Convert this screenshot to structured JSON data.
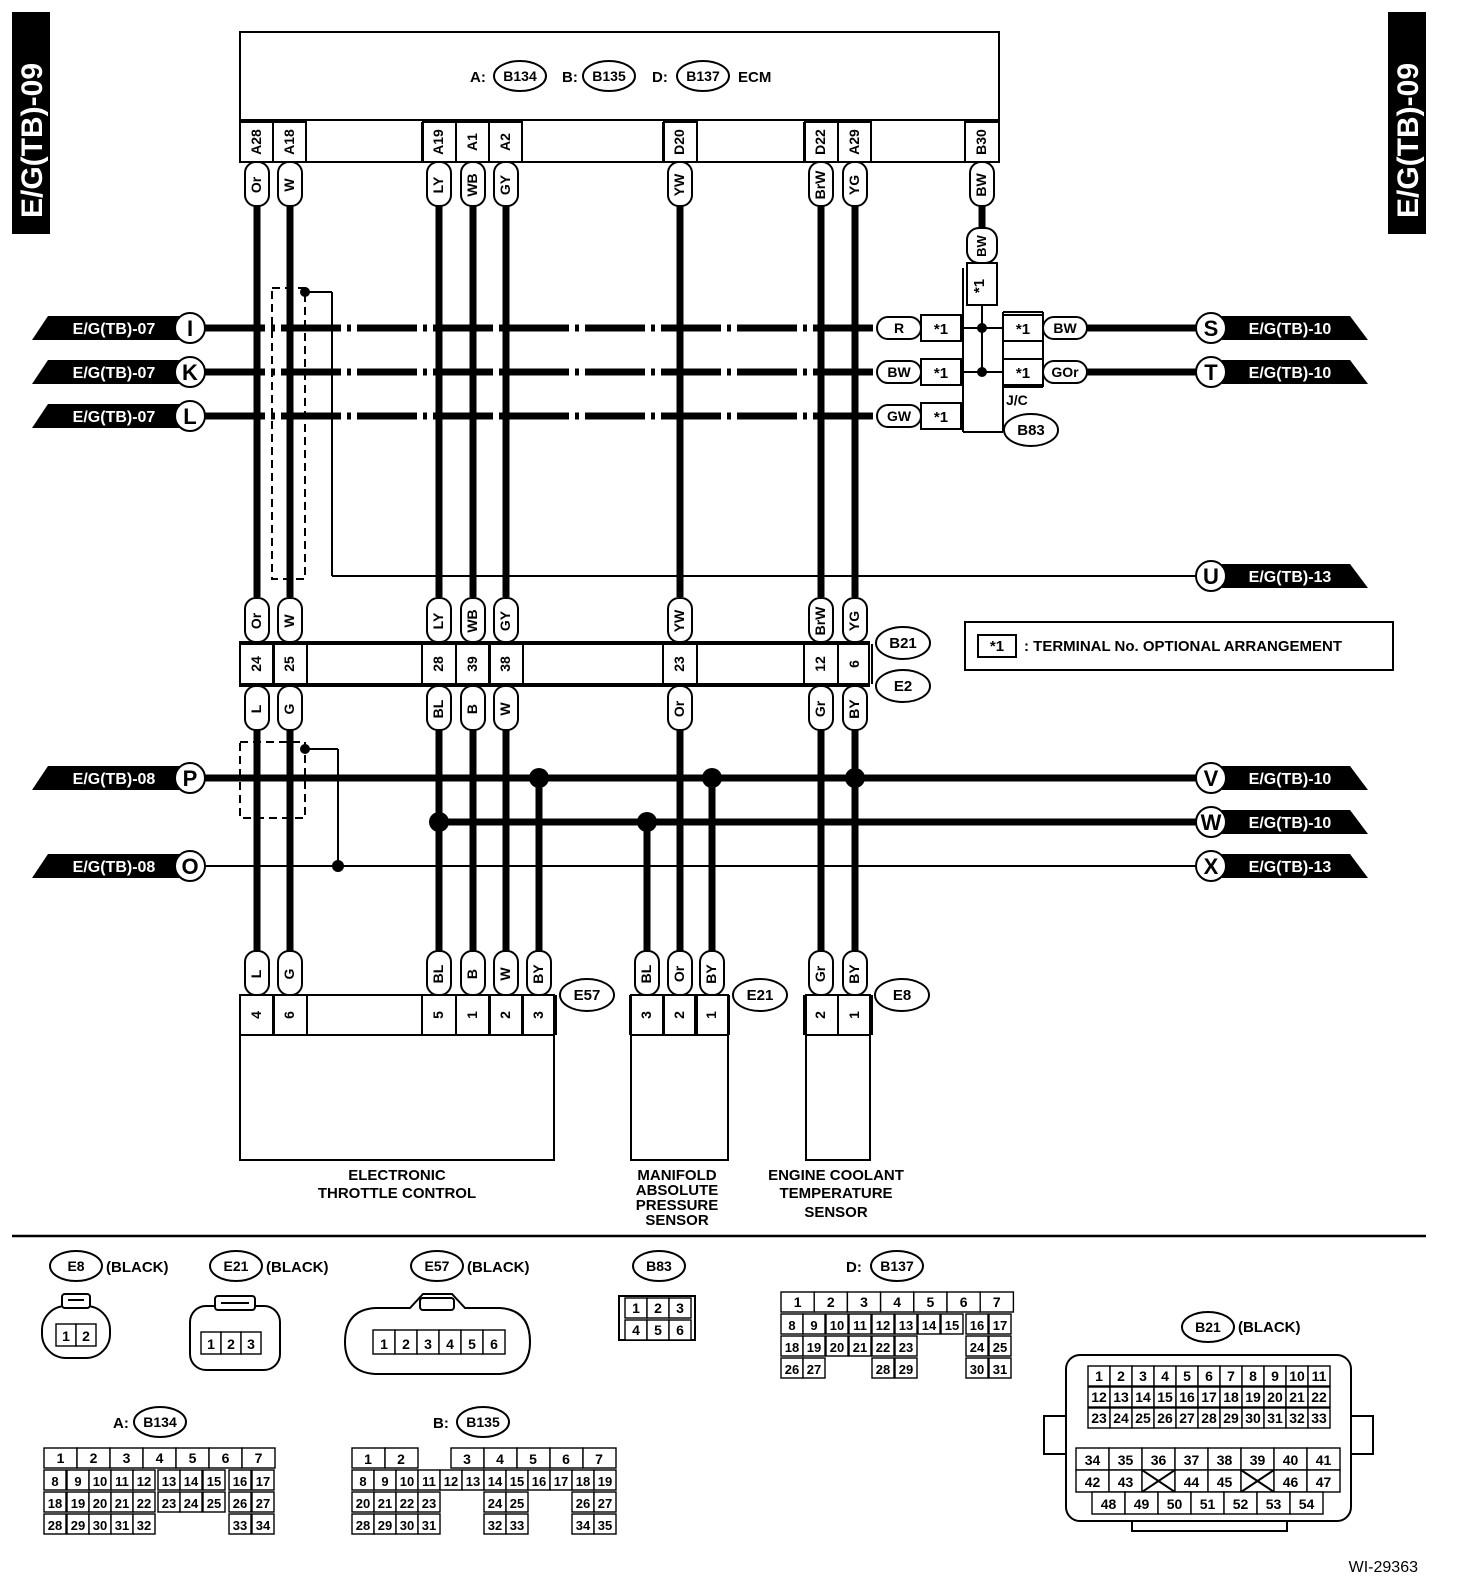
{
  "side_tab": "E/G(TB)-09",
  "ecm": {
    "a": "A:",
    "a_id": "B134",
    "b": "B:",
    "b_id": "B135",
    "d": "D:",
    "d_id": "B137",
    "name": "ECM"
  },
  "ecm_pins": [
    "A28",
    "A18",
    "A19",
    "A1",
    "A2",
    "D20",
    "D22",
    "A29",
    "B30"
  ],
  "ecm_colors": [
    "Or",
    "W",
    "LY",
    "WB",
    "GY",
    "YW",
    "BrW",
    "YG",
    "BW"
  ],
  "b21_colors": [
    "Or",
    "W",
    "LY",
    "WB",
    "GY",
    "YW",
    "BrW",
    "YG"
  ],
  "b21_pins": [
    "24",
    "25",
    "28",
    "39",
    "38",
    "23",
    "12",
    "6"
  ],
  "e2_colors": [
    "L",
    "G",
    "BL",
    "B",
    "W",
    "Or",
    "Gr",
    "BY"
  ],
  "b21_label": "B21",
  "e2_label": "E2",
  "bw_label": "BW",
  "star1": "*1",
  "jc": {
    "label": "J/C",
    "id": "B83",
    "left": [
      "R",
      "BW",
      "GW"
    ],
    "right": [
      "BW",
      "GOr"
    ]
  },
  "left_refs": [
    {
      "text": "E/G(TB)-07",
      "letter": "I"
    },
    {
      "text": "E/G(TB)-07",
      "letter": "K"
    },
    {
      "text": "E/G(TB)-07",
      "letter": "L"
    },
    {
      "text": "E/G(TB)-08",
      "letter": "P"
    },
    {
      "text": "E/G(TB)-08",
      "letter": "O"
    }
  ],
  "right_refs": [
    {
      "text": "E/G(TB)-10",
      "letter": "S"
    },
    {
      "text": "E/G(TB)-10",
      "letter": "T"
    },
    {
      "text": "E/G(TB)-13",
      "letter": "U"
    },
    {
      "text": "E/G(TB)-10",
      "letter": "V"
    },
    {
      "text": "E/G(TB)-10",
      "letter": "W"
    },
    {
      "text": "E/G(TB)-13",
      "letter": "X"
    }
  ],
  "legend": {
    "symbol": "*1",
    "text": ": TERMINAL No. OPTIONAL ARRANGEMENT"
  },
  "e57": {
    "id": "E57",
    "colors": [
      "L",
      "G",
      "BL",
      "B",
      "W",
      "BY"
    ],
    "pins": [
      "4",
      "6",
      "5",
      "1",
      "2",
      "3"
    ],
    "name1": "ELECTRONIC",
    "name2": "THROTTLE CONTROL"
  },
  "e21": {
    "id": "E21",
    "colors": [
      "BL",
      "Or",
      "BY"
    ],
    "pins": [
      "3",
      "2",
      "1"
    ],
    "name1": "MANIFOLD",
    "name2": "ABSOLUTE",
    "name3": "PRESSURE",
    "name4": "SENSOR"
  },
  "e8": {
    "id": "E8",
    "colors": [
      "Gr",
      "BY"
    ],
    "pins": [
      "2",
      "1"
    ],
    "name1": "ENGINE COOLANT",
    "name2": "TEMPERATURE",
    "name3": "SENSOR"
  },
  "views": {
    "black": "(BLACK)",
    "e8": {
      "id": "E8",
      "pins": [
        "1",
        "2"
      ]
    },
    "e21": {
      "id": "E21",
      "pins": [
        "1",
        "2",
        "3"
      ]
    },
    "e57": {
      "id": "E57",
      "pins": [
        "1",
        "2",
        "3",
        "4",
        "5",
        "6"
      ]
    },
    "b83": {
      "id": "B83",
      "pins": [
        "1",
        "2",
        "3",
        "4",
        "5",
        "6"
      ]
    },
    "b137": {
      "prefix": "D:",
      "id": "B137"
    },
    "b134": {
      "prefix": "A:",
      "id": "B134"
    },
    "b135": {
      "prefix": "B:",
      "id": "B135"
    },
    "b21": {
      "id": "B21"
    }
  },
  "figure_id": "WI-29363"
}
